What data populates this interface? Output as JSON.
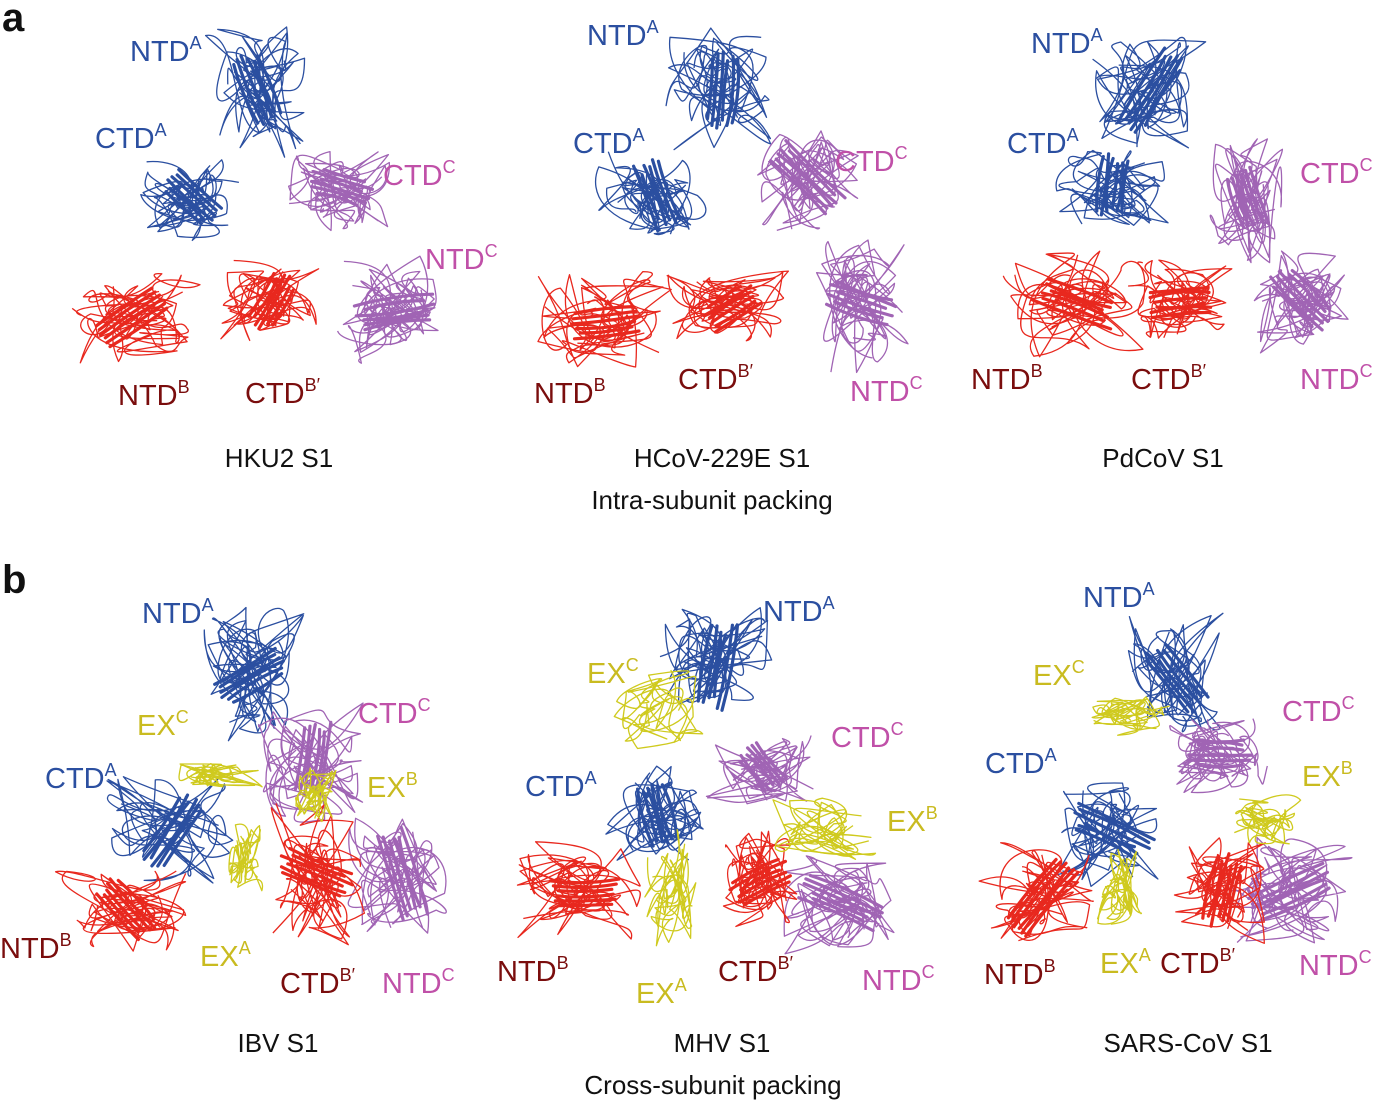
{
  "colors": {
    "domain_A": "#2b4fa0",
    "domain_B": "#e8281e",
    "domain_B_label": "#7a0d0d",
    "domain_C": "#a064b4",
    "domain_C_label": "#c050a8",
    "extension": "#cfca1e",
    "extension_label": "#c9bb20",
    "text": "#111111"
  },
  "panel_a": {
    "letter": "a",
    "section_caption": "Intra-subunit packing",
    "structures": [
      {
        "caption": "HKU2 S1",
        "labels": [
          {
            "base": "NTD",
            "sup": "A"
          },
          {
            "base": "CTD",
            "sup": "A"
          },
          {
            "base": "CTD",
            "sup": "C"
          },
          {
            "base": "NTD",
            "sup": "C"
          },
          {
            "base": "NTD",
            "sup": "B"
          },
          {
            "base": "CTD",
            "sup": "B′"
          }
        ]
      },
      {
        "caption": "HCoV-229E S1",
        "labels": [
          {
            "base": "NTD",
            "sup": "A"
          },
          {
            "base": "CTD",
            "sup": "A"
          },
          {
            "base": "CTD",
            "sup": "C"
          },
          {
            "base": "NTD",
            "sup": "B"
          },
          {
            "base": "CTD",
            "sup": "B′"
          },
          {
            "base": "NTD",
            "sup": "C"
          }
        ]
      },
      {
        "caption": "PdCoV S1",
        "labels": [
          {
            "base": "NTD",
            "sup": "A"
          },
          {
            "base": "CTD",
            "sup": "A"
          },
          {
            "base": "CTD",
            "sup": "C"
          },
          {
            "base": "NTD",
            "sup": "B"
          },
          {
            "base": "CTD",
            "sup": "B′"
          },
          {
            "base": "NTD",
            "sup": "C"
          }
        ]
      }
    ]
  },
  "panel_b": {
    "letter": "b",
    "section_caption": "Cross-subunit packing",
    "structures": [
      {
        "caption": "IBV S1",
        "labels": [
          {
            "base": "NTD",
            "sup": "A"
          },
          {
            "base": "EX",
            "sup": "C"
          },
          {
            "base": "CTD",
            "sup": "C"
          },
          {
            "base": "CTD",
            "sup": "A"
          },
          {
            "base": "EX",
            "sup": "B"
          },
          {
            "base": "NTD",
            "sup": "B"
          },
          {
            "base": "EX",
            "sup": "A"
          },
          {
            "base": "CTD",
            "sup": "B′"
          },
          {
            "base": "NTD",
            "sup": "C"
          }
        ]
      },
      {
        "caption": "MHV S1",
        "labels": [
          {
            "base": "NTD",
            "sup": "A"
          },
          {
            "base": "EX",
            "sup": "C"
          },
          {
            "base": "CTD",
            "sup": "C"
          },
          {
            "base": "CTD",
            "sup": "A"
          },
          {
            "base": "EX",
            "sup": "B"
          },
          {
            "base": "NTD",
            "sup": "B"
          },
          {
            "base": "CTD",
            "sup": "B′"
          },
          {
            "base": "NTD",
            "sup": "C"
          },
          {
            "base": "EX",
            "sup": "A"
          }
        ]
      },
      {
        "caption": "SARS-CoV S1",
        "labels": [
          {
            "base": "NTD",
            "sup": "A"
          },
          {
            "base": "EX",
            "sup": "C"
          },
          {
            "base": "CTD",
            "sup": "C"
          },
          {
            "base": "CTD",
            "sup": "A"
          },
          {
            "base": "EX",
            "sup": "B"
          },
          {
            "base": "NTD",
            "sup": "B"
          },
          {
            "base": "EX",
            "sup": "A"
          },
          {
            "base": "CTD",
            "sup": "B′"
          },
          {
            "base": "NTD",
            "sup": "C"
          }
        ]
      }
    ]
  }
}
